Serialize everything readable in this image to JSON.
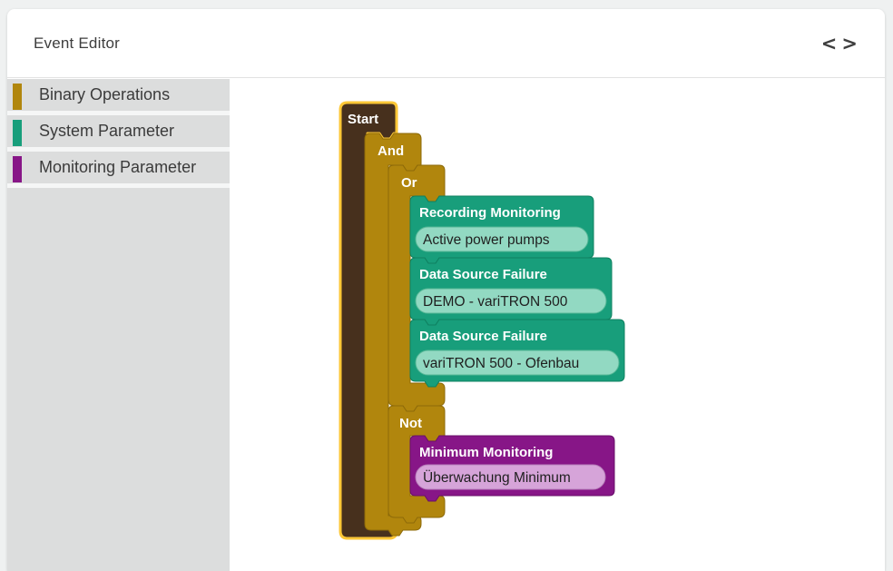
{
  "header": {
    "title": "Event Editor",
    "code_toggle_left": "<",
    "code_toggle_right": ">"
  },
  "sidebar": {
    "items": [
      {
        "label": "Binary Operations",
        "color": "#b1860d"
      },
      {
        "label": "System Parameter",
        "color": "#189e7b"
      },
      {
        "label": "Monitoring Parameter",
        "color": "#871687"
      }
    ]
  },
  "workspace": {
    "start": {
      "label": "Start"
    },
    "and": {
      "label": "And"
    },
    "or": {
      "label": "Or"
    },
    "not": {
      "label": "Not"
    },
    "or_children": [
      {
        "type": "Recording Monitoring",
        "value": "Active power pumps"
      },
      {
        "type": "Data Source Failure",
        "value": "DEMO - variTRON 500"
      },
      {
        "type": "Data Source Failure",
        "value": "variTRON 500 - Ofenbau"
      }
    ],
    "not_children": [
      {
        "type": "Minimum Monitoring",
        "value": "Überwachung Minimum"
      }
    ]
  },
  "colors": {
    "gold_block": "#b1860d",
    "gold_border": "#8d6a09",
    "teal_block": "#189e7b",
    "teal_border": "#0f8060",
    "teal_field": "#92d9c2",
    "purple_block": "#871687",
    "purple_border": "#69106a",
    "purple_field": "#d6a4d9",
    "start_block": "#47301d",
    "selection_outline": "#fcc737",
    "sidebar_bg": "#dcdddd",
    "page_bg": "#eff1f1"
  }
}
